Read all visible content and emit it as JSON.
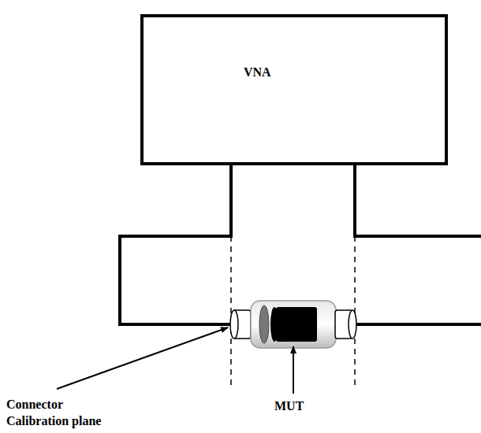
{
  "diagram": {
    "nodes": [
      {
        "text": [
          "VNA"
        ]
      }
    ],
    "labels": [
      "Connector Calibration plane",
      "MUT"
    ]
  }
}
